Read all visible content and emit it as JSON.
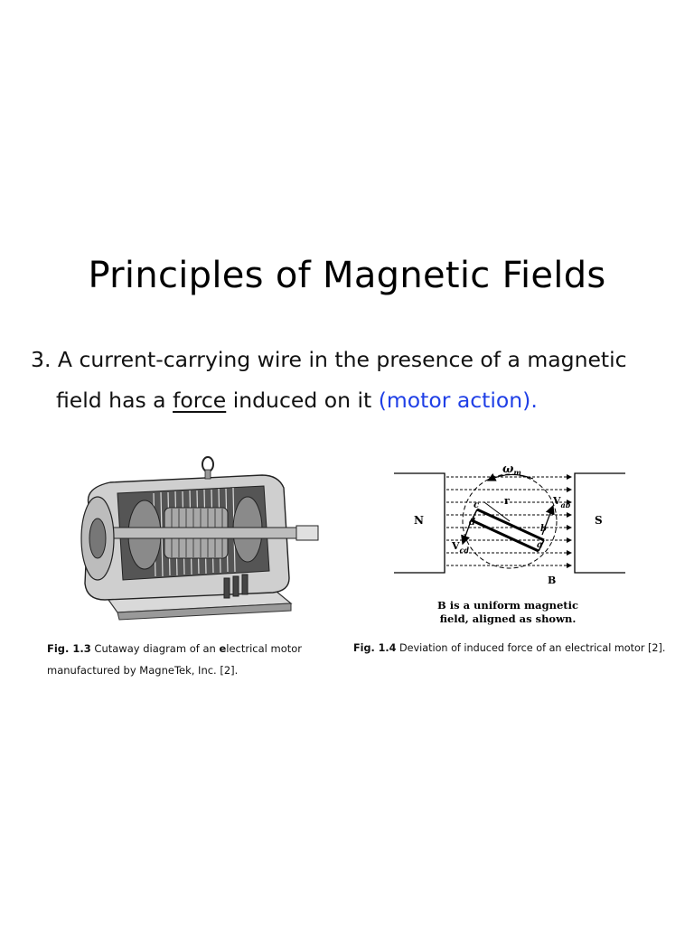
{
  "slide": {
    "title": "Principles of Magnetic Fields",
    "point": {
      "number": "3.",
      "text_a": "A current-carrying wire in the presence of a magnetic",
      "text_b": "field has a ",
      "underlined": "force",
      "text_c": " induced on it ",
      "highlight": "(motor action).",
      "highlight_color": "#1f3fe6"
    }
  },
  "figure_1_3": {
    "label": "Fig. 1.3",
    "caption_a": " Cutaway diagram of an ",
    "caption_bold_letter": "e",
    "caption_b": "lectrical motor",
    "caption_line2": "manufactured by MagneTek, Inc. [2].",
    "icon": "motor-cutaway-illustration"
  },
  "figure_1_4": {
    "label": "Fig. 1.4",
    "caption": " Deviation of induced force of an electrical motor [2].",
    "diagram": {
      "pole_north": "N",
      "pole_south": "S",
      "omega": "ω",
      "omega_sub": "m",
      "r": "r",
      "point_a": "a",
      "point_b": "b",
      "point_c": "c",
      "point_d": "d",
      "v_ab": "V",
      "v_ab_sub": "ab",
      "v_cd": "V",
      "v_cd_sub": "cd",
      "b_field": "B",
      "note_line1": "B is a uniform magnetic",
      "note_line2": "field, aligned as shown."
    }
  }
}
